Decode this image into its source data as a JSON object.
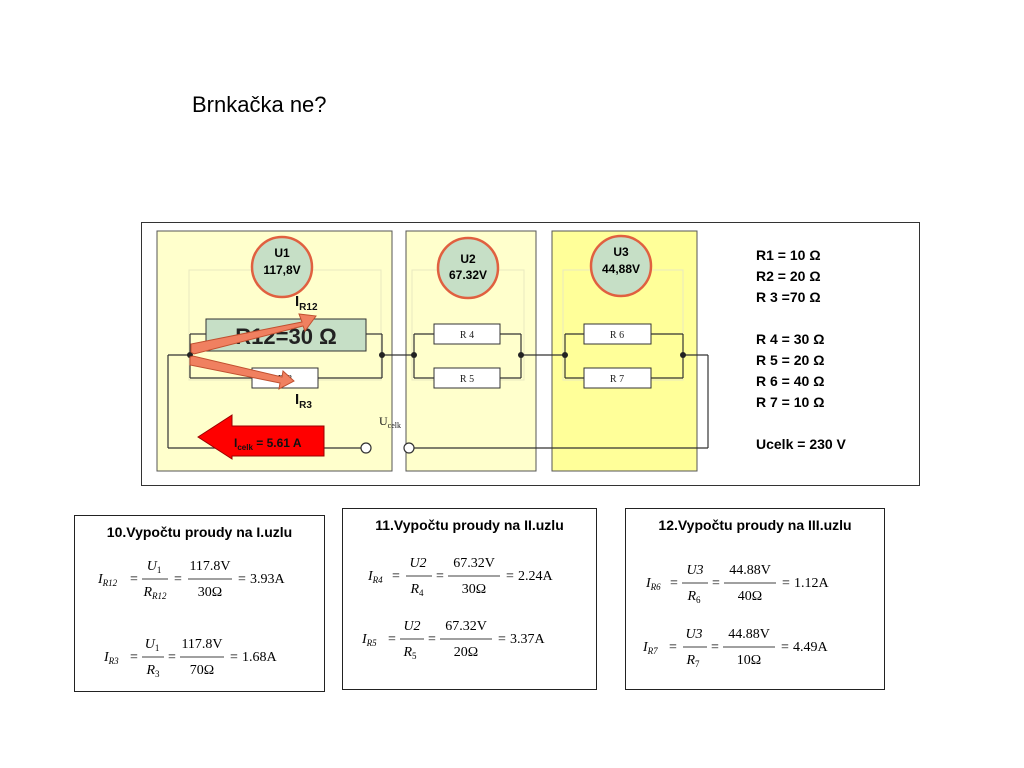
{
  "title": "Brnkačka ne?",
  "colors": {
    "block_fill": "#ffffcc",
    "block_fill_3": "#ffff99",
    "volt_fill": "#c6dfc6",
    "volt_stroke": "#e06040",
    "r12_fill": "#c6dfc6",
    "arrow_red": "#ff0000",
    "arrow_salmon": "#f08060"
  },
  "voltmeters": [
    {
      "name": "U1",
      "value": "117,8V"
    },
    {
      "name": "U2",
      "value": "67.32V"
    },
    {
      "name": "U3",
      "value": "44,88V"
    }
  ],
  "resistors": {
    "r12": "R12=30 Ω",
    "r3": "R 3",
    "r4": "R 4",
    "r5": "R 5",
    "r6": "R 6",
    "r7": "R 7"
  },
  "currents": {
    "ir12_main": "I",
    "ir12_sub": "R12",
    "ir3_main": "I",
    "ir3_sub": "R3",
    "icelk_main": "I",
    "icelk_sub": "celk",
    "icelk_val": " = 5.61 A"
  },
  "ucelk": {
    "main": "U",
    "sub": "celk"
  },
  "legend": [
    "R1 = 10 Ω",
    "R2 = 20 Ω",
    "R 3 =70 Ω",
    "",
    "R 4 = 30 Ω",
    "R 5 = 20 Ω",
    "R 6 = 40 Ω",
    "R 7 = 10 Ω",
    "",
    "Ucelk = 230 V"
  ],
  "calcs": [
    {
      "title": "10.Vypočtu proudy na I.uzlu",
      "equations": [
        {
          "lhs": "I",
          "lhs_sub": "R12",
          "num": "U",
          "num_sub": "1",
          "den": "R",
          "den_sub": "R12",
          "num2": "117.8V",
          "den2": "30Ω",
          "result": "3.93A"
        },
        {
          "lhs": "I",
          "lhs_sub": "R3",
          "num": "U",
          "num_sub": "1",
          "den": "R",
          "den_sub": "3",
          "num2": "117.8V",
          "den2": "70Ω",
          "result": "1.68A"
        }
      ]
    },
    {
      "title": "11.Vypočtu proudy na II.uzlu",
      "equations": [
        {
          "lhs": "I",
          "lhs_sub": "R4",
          "num": "U2",
          "num_sub": "",
          "den": "R",
          "den_sub": "4",
          "num2": "67.32V",
          "den2": "30Ω",
          "result": "2.24A"
        },
        {
          "lhs": "I",
          "lhs_sub": "R5",
          "num": "U2",
          "num_sub": "",
          "den": "R",
          "den_sub": "5",
          "num2": "67.32V",
          "den2": "20Ω",
          "result": "3.37A"
        }
      ]
    },
    {
      "title": "12.Vypočtu proudy na III.uzlu",
      "equations": [
        {
          "lhs": "I",
          "lhs_sub": "R6",
          "num": "U3",
          "num_sub": "",
          "den": "R",
          "den_sub": "6",
          "num2": "44.88V",
          "den2": "40Ω",
          "result": "1.12A"
        },
        {
          "lhs": "I",
          "lhs_sub": "R7",
          "num": "U3",
          "num_sub": "",
          "den": "R",
          "den_sub": "7",
          "num2": "44.88V",
          "den2": "10Ω",
          "result": "4.49A"
        }
      ]
    }
  ]
}
